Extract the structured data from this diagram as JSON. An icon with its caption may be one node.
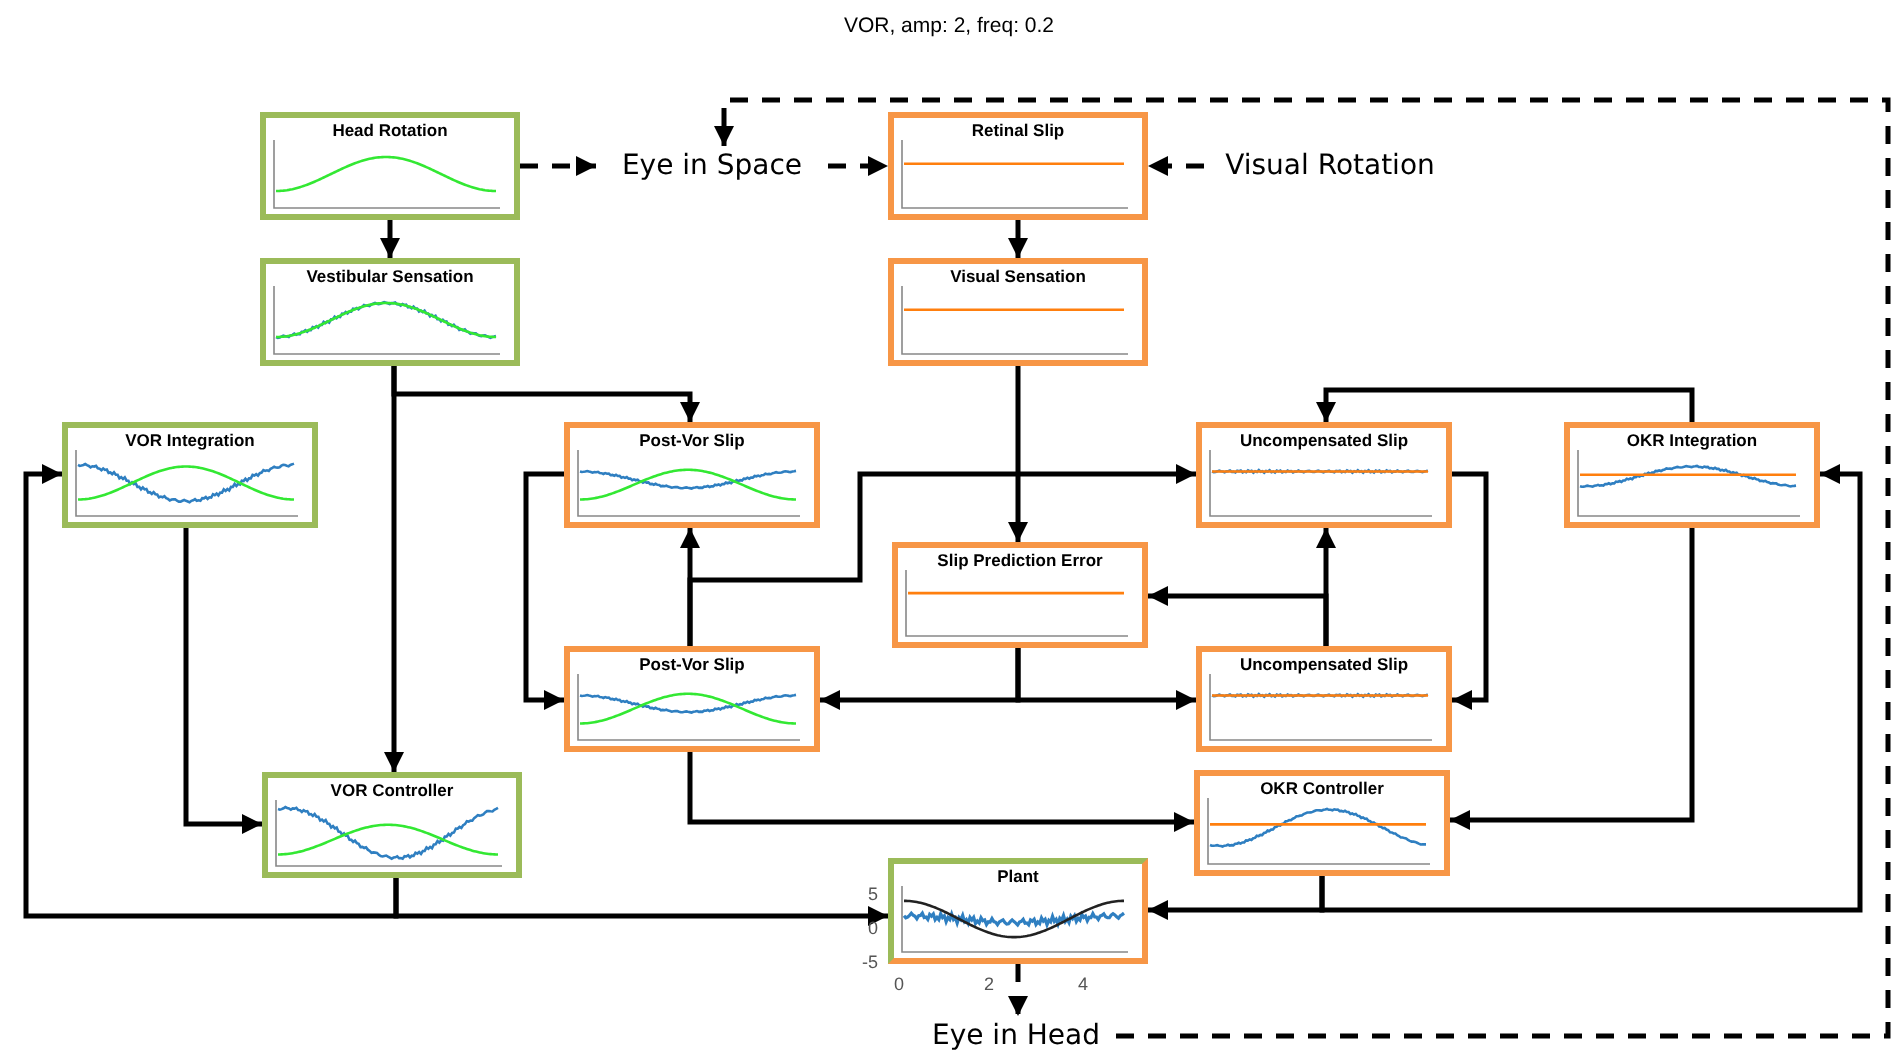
{
  "diagram": {
    "title": "VOR, amp: 2, freq: 0.2",
    "nodes": [
      {
        "text": [
          "Head Rotation"
        ]
      },
      {
        "text": [
          "Eye in Space"
        ]
      },
      {
        "text": [
          "Retinal Slip"
        ]
      },
      {
        "text": [
          "Visual Rotation"
        ]
      },
      {
        "text": [
          "Vestibular Sensation"
        ]
      },
      {
        "text": [
          "Visual Sensation"
        ]
      },
      {
        "text": [
          "VOR Integration"
        ]
      },
      {
        "text": [
          "Post-Vor Slip"
        ]
      },
      {
        "text": [
          "Uncompensated Slip"
        ]
      },
      {
        "text": [
          "OKR Integration"
        ]
      },
      {
        "text": [
          "Slip Prediction Error"
        ]
      },
      {
        "text": [
          "Post-Vor Slip"
        ]
      },
      {
        "text": [
          "Uncompensated Slip"
        ]
      },
      {
        "text": [
          "VOR Controller"
        ]
      },
      {
        "text": [
          "OKR Controller"
        ]
      },
      {
        "text": [
          "Plant"
        ],
        "beside": [
          "5",
          "0",
          "-5",
          "0",
          "2",
          "4"
        ]
      },
      {
        "text": [
          "Eye in Head"
        ]
      }
    ],
    "edges": [
      {
        "from": 0,
        "to": 1,
        "arrow": "to",
        "style": "dashed"
      },
      {
        "from": 1,
        "to": 2,
        "arrow": "to",
        "style": "dashed"
      },
      {
        "from": 3,
        "to": 2,
        "arrow": "to",
        "style": "dashed"
      },
      {
        "from": 16,
        "to": 1,
        "arrow": "to",
        "style": "dashed"
      },
      {
        "from": 0,
        "to": 4,
        "arrow": "to"
      },
      {
        "from": 2,
        "to": 5,
        "arrow": "to"
      },
      {
        "from": 4,
        "to": 7,
        "arrow": "to"
      },
      {
        "from": 4,
        "to": 13,
        "arrow": "to"
      },
      {
        "from": 5,
        "to": 10,
        "arrow": "to"
      },
      {
        "from": 11,
        "to": 7,
        "arrow": "to"
      },
      {
        "from": 11,
        "to": 8,
        "arrow": "to"
      },
      {
        "from": 12,
        "to": 8,
        "arrow": "to"
      },
      {
        "from": 12,
        "to": 10,
        "arrow": "to"
      },
      {
        "from": 7,
        "to": 11,
        "arrow": "to"
      },
      {
        "from": 8,
        "to": 12,
        "arrow": "to"
      },
      {
        "from": 10,
        "to": 11,
        "arrow": "to"
      },
      {
        "from": 10,
        "to": 12,
        "arrow": "to"
      },
      {
        "from": 9,
        "to": 8,
        "arrow": "to"
      },
      {
        "from": 6,
        "to": 13,
        "arrow": "to"
      },
      {
        "from": 11,
        "to": 14,
        "arrow": "to"
      },
      {
        "from": 9,
        "to": 14,
        "arrow": "to"
      },
      {
        "from": 13,
        "to": 15,
        "arrow": "to"
      },
      {
        "from": 13,
        "to": 6,
        "arrow": "to"
      },
      {
        "from": 14,
        "to": 15,
        "arrow": "to"
      },
      {
        "from": 14,
        "to": 9,
        "arrow": "to"
      },
      {
        "from": 15,
        "to": 16,
        "arrow": "to",
        "style": "dashed"
      }
    ]
  }
}
